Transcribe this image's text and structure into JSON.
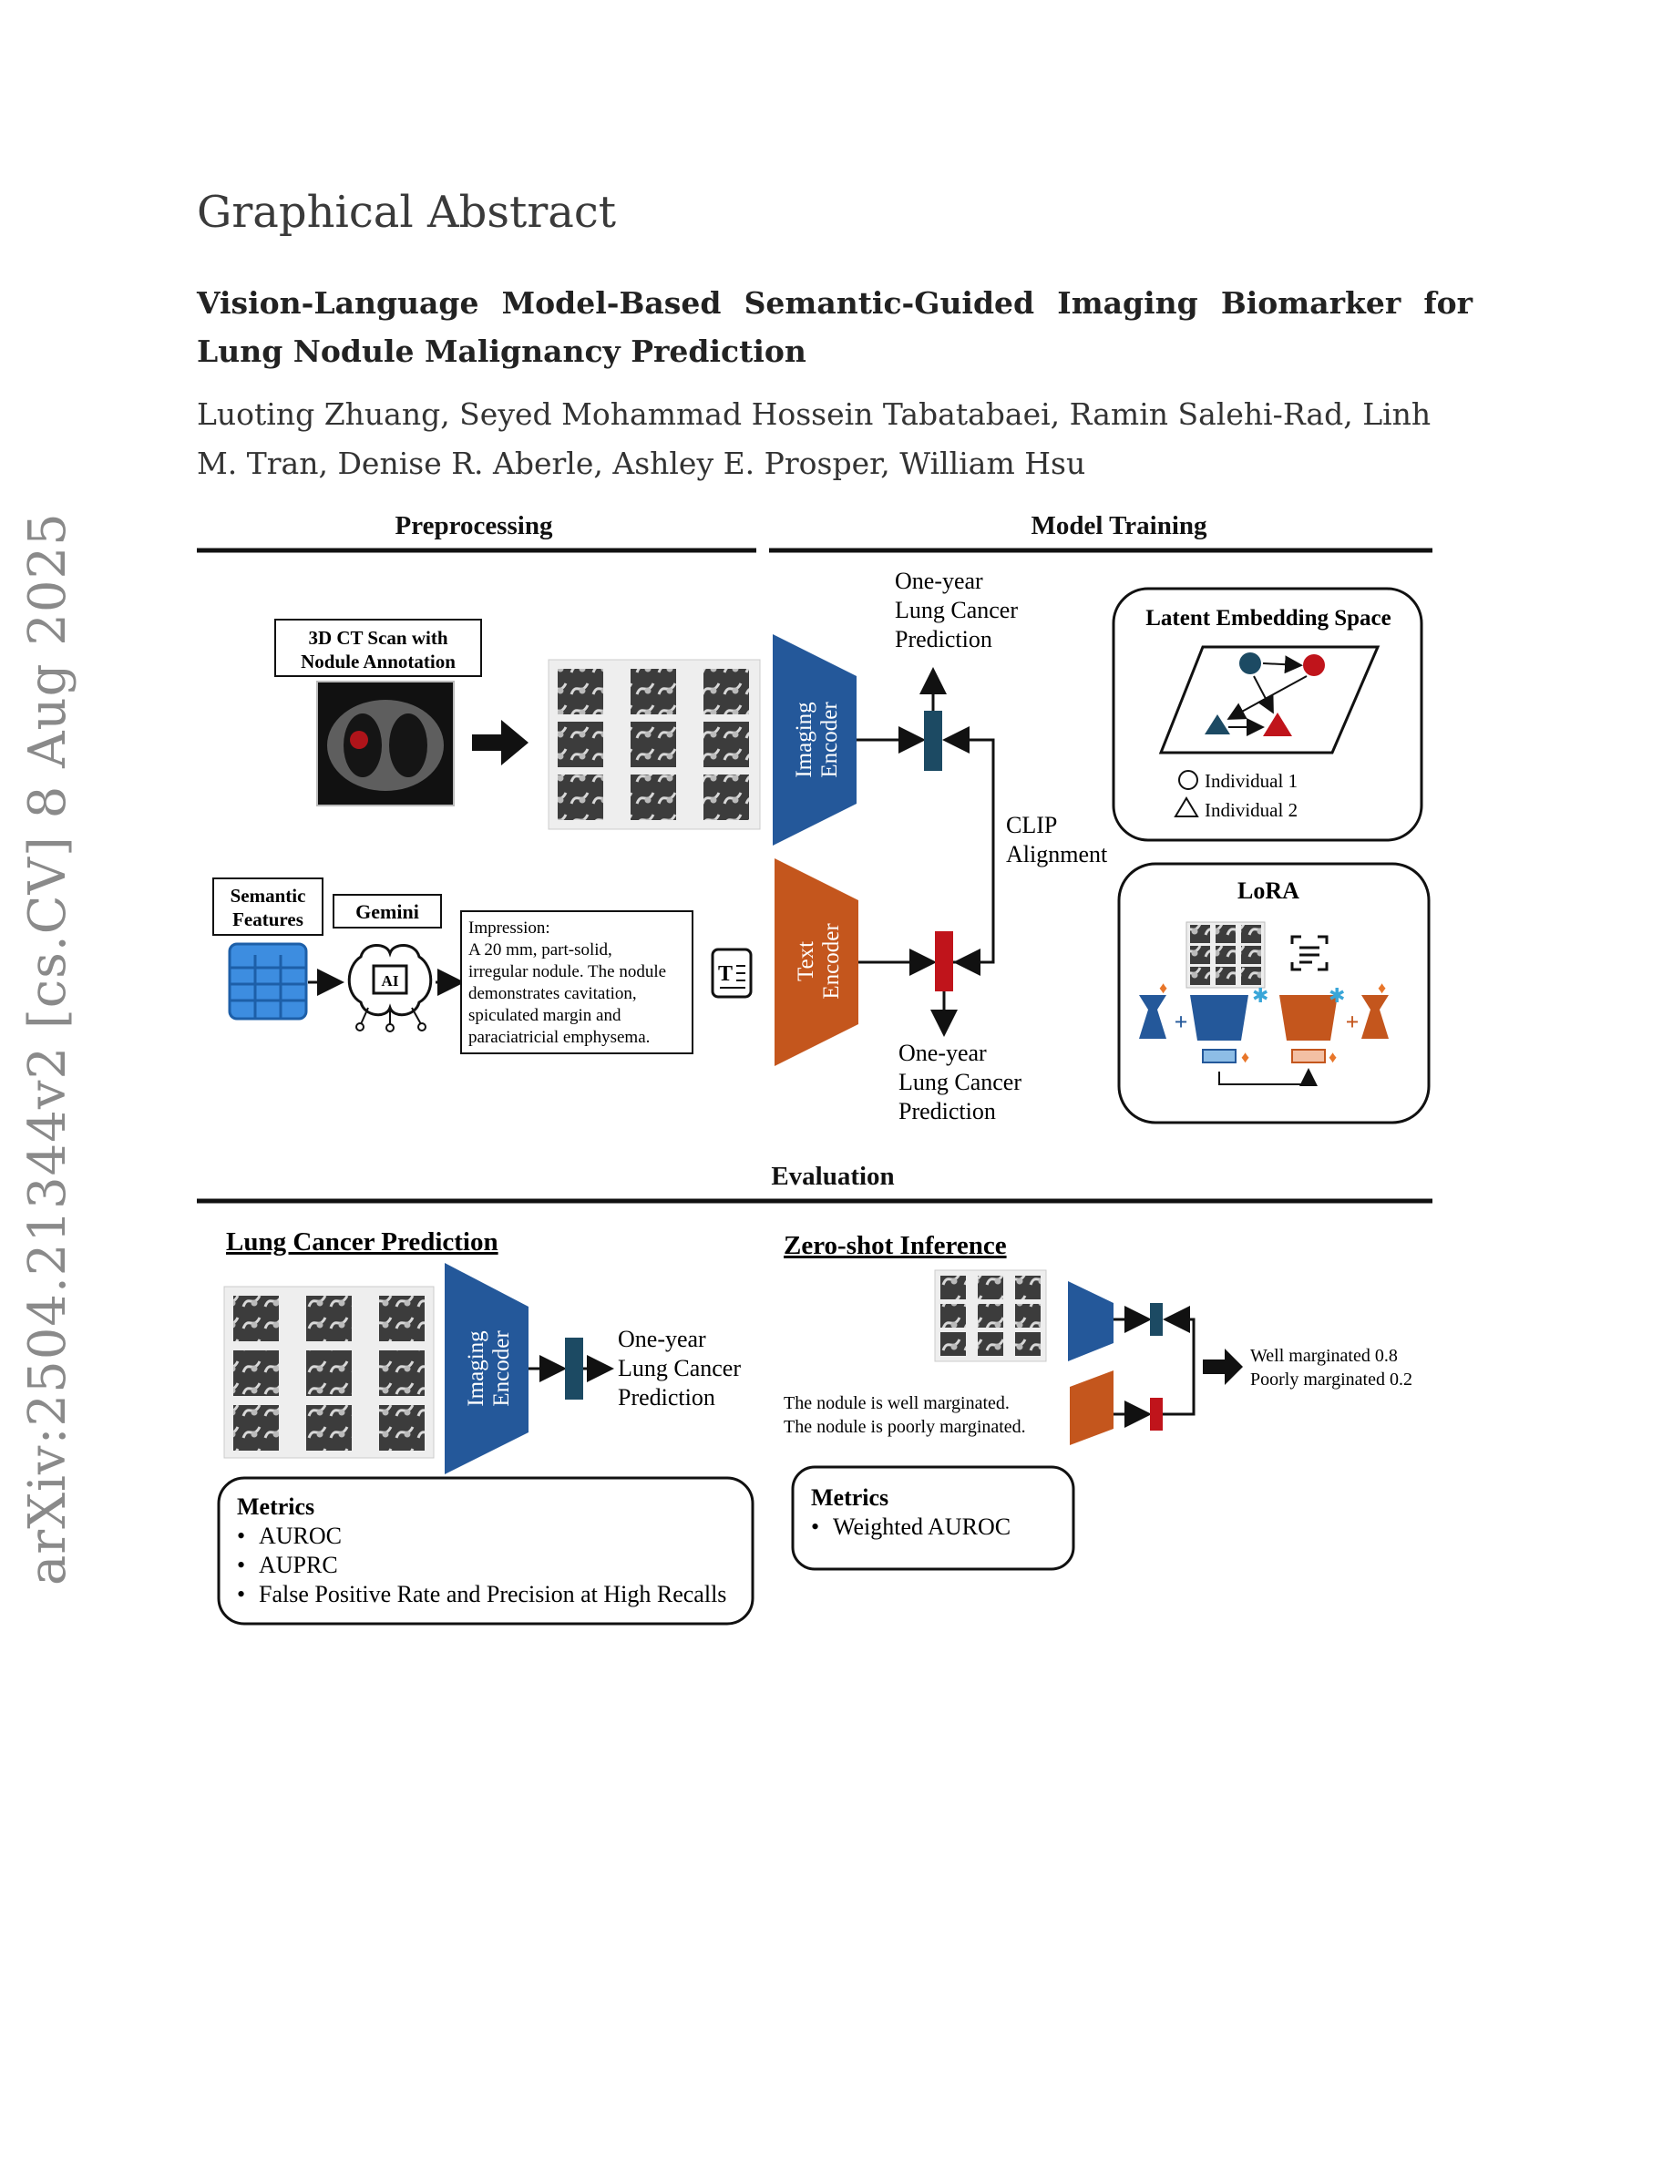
{
  "header": {
    "label": "Graphical Abstract",
    "title": "Vision-Language Model-Based Semantic-Guided Imaging Biomarker for Lung Nodule Malignancy Prediction",
    "authors": "Luoting Zhuang, Seyed Mohammad Hossein Tabatabaei, Ramin Salehi-Rad, Linh M. Tran, Denise R. Aberle, Ashley E. Prosper, William Hsu"
  },
  "sidebar": {
    "arxiv_id": "arXiv:2504.21344v2  [cs.CV]  8 Aug 2025"
  },
  "figure": {
    "sections": {
      "preprocessing": "Preprocessing",
      "model_training": "Model Training",
      "evaluation": "Evaluation"
    },
    "ct_label": [
      "3D CT Scan with",
      "Nodule Annotation"
    ],
    "semantic_label": [
      "Semantic",
      "Features"
    ],
    "gemini_label": "Gemini",
    "ai_chip": "AI",
    "impression_lines": [
      "Impression:",
      "A 20 mm, part-solid,",
      "irregular nodule. The nodule",
      "demonstrates cavitation,",
      "spiculated margin and",
      "paraciatricial emphysema."
    ],
    "text_icon": "T",
    "imaging_encoder": [
      "Imaging",
      "Encoder"
    ],
    "text_encoder": [
      "Text",
      "Encoder"
    ],
    "prediction_lines": [
      "One-year",
      "Lung Cancer",
      "Prediction"
    ],
    "clip_lines": [
      "CLIP",
      "Alignment"
    ],
    "latent_title": "Latent Embedding Space",
    "individual_1": "Individual 1",
    "individual_2": "Individual 2",
    "lora_title": "LoRA",
    "lcp_title": "Lung Cancer Prediction",
    "zero_shot_title": "Zero-shot Inference",
    "zs_sentences": [
      "The nodule is well marginated.",
      "The nodule is poorly marginated."
    ],
    "zs_results": [
      "Well marginated 0.8",
      "Poorly marginated 0.2"
    ],
    "metrics_title": "Metrics",
    "metrics_left": [
      "AUROC",
      "AUPRC",
      "False Positive Rate and Precision at High Recalls"
    ],
    "metrics_right": [
      "Weighted AUROC"
    ],
    "bullet": "•"
  },
  "colors": {
    "imaging_blue": "#24589a",
    "text_orange": "#c4561d",
    "dark_teal": "#1c4a63",
    "red_token": "#c0141b"
  }
}
